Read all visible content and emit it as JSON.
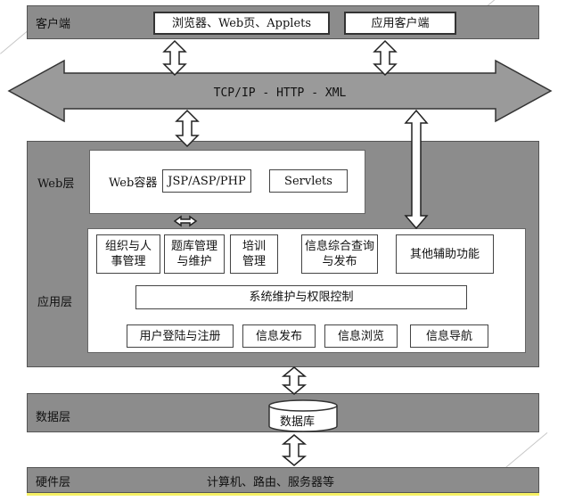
{
  "layers": {
    "client": {
      "label": "客户端",
      "browser": "浏览器、Web页、Applets",
      "app_client": "应用客户端"
    },
    "network": {
      "label": "TCP/IP - HTTP - XML"
    },
    "web": {
      "label": "Web层",
      "container": "Web容器",
      "jsp": "JSP/ASP/PHP",
      "servlets": "Servlets"
    },
    "app": {
      "label": "应用层",
      "modules": [
        "组织与人事管理",
        "题库管理与维护",
        "培训管理",
        "信息综合查询与发布",
        "其他辅助功能"
      ],
      "system": "系统维护与权限控制",
      "functions": [
        "用户登陆与注册",
        "信息发布",
        "信息浏览",
        "信息导航"
      ]
    },
    "data": {
      "label": "数据层",
      "db": "数据库"
    },
    "hardware": {
      "label": "硬件层",
      "items": "计算机、路由、服务器等"
    }
  },
  "colors": {
    "band": "#8c8c8c",
    "arrow_fill": "#9a9a9a",
    "accent_line": "#f5f064"
  }
}
